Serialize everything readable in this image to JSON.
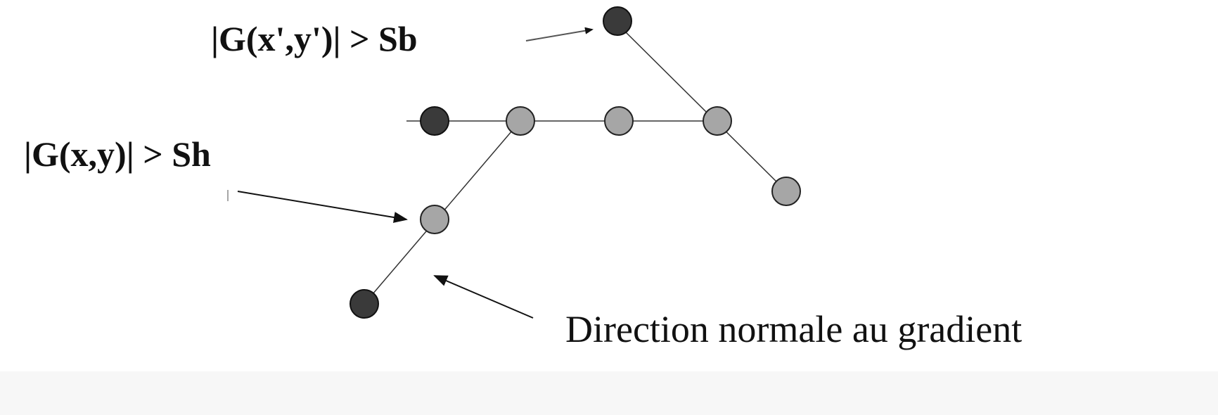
{
  "labels": {
    "high_threshold": "|G(x,y)| > Sh",
    "low_threshold": "|G(x',y')| > Sb",
    "normal_direction": "Direction normale au gradient"
  },
  "colors": {
    "background": "#ffffff",
    "dark_node": "#3a3a3a",
    "light_node": "#a6a6a6",
    "stroke": "#222222"
  },
  "nodes": [
    {
      "name": "node-top-dark",
      "kind": "dark"
    },
    {
      "name": "node-row-left-dark",
      "kind": "dark"
    },
    {
      "name": "node-row-2",
      "kind": "light"
    },
    {
      "name": "node-row-3",
      "kind": "light"
    },
    {
      "name": "node-row-4",
      "kind": "light"
    },
    {
      "name": "node-right-lower",
      "kind": "light"
    },
    {
      "name": "node-diagonal-mid",
      "kind": "light"
    },
    {
      "name": "node-bottom-dark",
      "kind": "dark"
    }
  ]
}
